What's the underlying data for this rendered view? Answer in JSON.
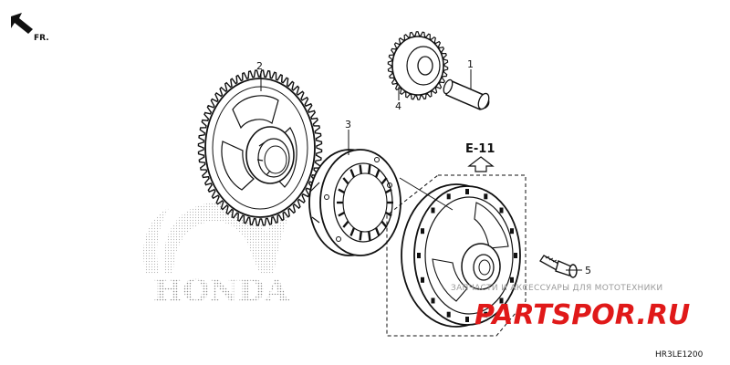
{
  "direction_arrow": {
    "label": "FR."
  },
  "reference": {
    "label": "E-11"
  },
  "callouts": [
    {
      "id": "part-1",
      "label": "1"
    },
    {
      "id": "part-2",
      "label": "2"
    },
    {
      "id": "part-3",
      "label": "3"
    },
    {
      "id": "part-4",
      "label": "4"
    },
    {
      "id": "part-5",
      "label": "5"
    }
  ],
  "brand_watermark": {
    "text": "HONDA"
  },
  "shop_watermark": {
    "tagline": "ЗАПЧАСТИ И АКСЕССУАРЫ ДЛЯ МОТОТЕХНИКИ",
    "logo": "PARTSPOR.RU",
    "color": "#e01919"
  },
  "diagram_code": "HR3LE1200"
}
